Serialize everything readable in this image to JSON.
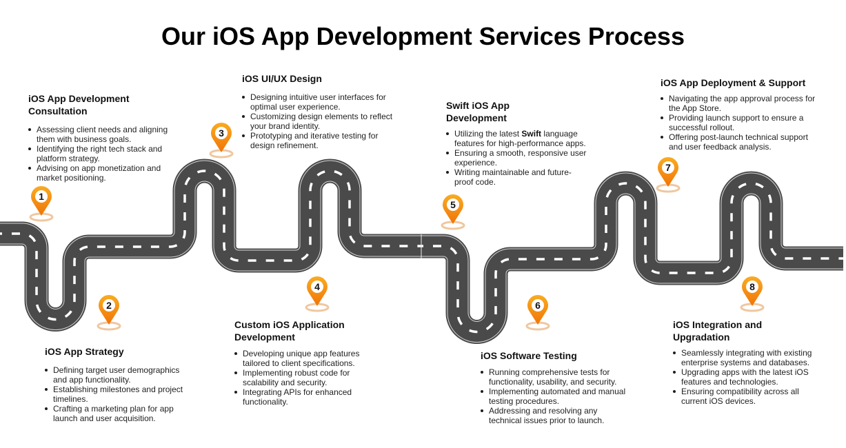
{
  "title": "Our iOS App Development Services Process",
  "colors": {
    "pin_gradient_top": "#F9AC22",
    "pin_gradient_bottom": "#F07408",
    "pin_ring": "#EFC7A0",
    "road": "#4A4A4A",
    "road_edge_line": "#D6D6D6",
    "road_center_dash": "#FFFFFF",
    "heading_text": "#111111",
    "body_text": "#1E1E1E"
  },
  "steps": [
    {
      "number": "1",
      "title": "iOS App Development\nConsultation",
      "bullets": [
        "Assessing client needs and aligning\nthem with business goals.",
        "Identifying the right tech stack and\nplatform strategy.",
        "Advising on app monetization and\nmarket positioning."
      ]
    },
    {
      "number": "2",
      "title": "iOS App Strategy",
      "bullets": [
        "Defining target user demographics\nand app functionality.",
        "Establishing milestones and project\ntimelines.",
        "Crafting a marketing plan for app\nlaunch and user acquisition."
      ]
    },
    {
      "number": "3",
      "title": "iOS UI/UX Design",
      "bullets": [
        "Designing intuitive user interfaces for\noptimal user experience.",
        "Customizing design elements to reflect\nyour brand identity.",
        "Prototyping and iterative testing for\ndesign refinement."
      ]
    },
    {
      "number": "4",
      "title": "Custom iOS Application\nDevelopment",
      "bullets": [
        "Developing unique app features\ntailored to client specifications.",
        "Implementing robust code for\nscalability and security.",
        "Integrating APIs for enhanced\nfunctionality."
      ]
    },
    {
      "number": "5",
      "title": "Swift iOS App\nDevelopment",
      "bullets": [
        {
          "pre": "Utilizing the latest ",
          "bold": "Swift",
          "post": " language\nfeatures for high-performance apps."
        },
        "Ensuring a smooth, responsive user\nexperience.",
        "Writing maintainable and future-\nproof code."
      ]
    },
    {
      "number": "6",
      "title": "iOS Software Testing",
      "bullets": [
        "Running comprehensive tests for\nfunctionality, usability, and security.",
        "Implementing automated and manual\ntesting procedures.",
        "Addressing and resolving any\ntechnical issues prior to launch."
      ]
    },
    {
      "number": "7",
      "title": "iOS App Deployment & Support",
      "bullets": [
        "Navigating the app approval process for\nthe App Store.",
        "Providing launch support to ensure a\nsuccessful rollout.",
        "Offering post-launch technical support\nand user feedback analysis."
      ]
    },
    {
      "number": "8",
      "title": "iOS Integration and\nUpgradation",
      "bullets": [
        "Seamlessly integrating with existing\nenterprise systems and databases.",
        "Upgrading apps with the latest iOS\nfeatures and technologies.",
        "Ensuring compatibility across all\ncurrent iOS devices."
      ]
    }
  ]
}
